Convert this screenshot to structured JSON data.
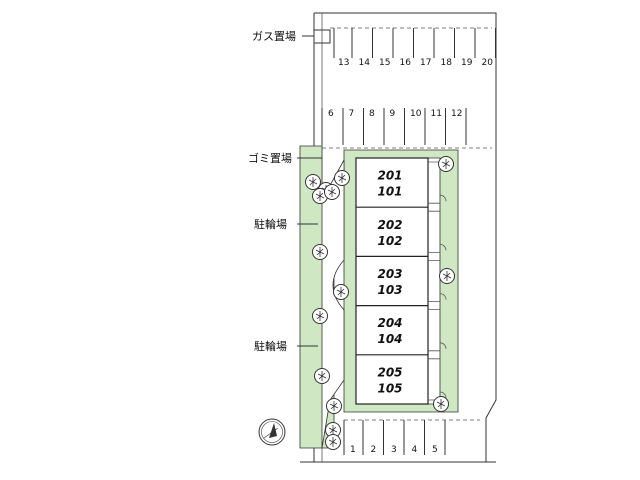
{
  "labels": {
    "gas": "ガス置場",
    "garbage": "ゴミ置場",
    "bike1": "駐輪場",
    "bike2": "駐輪場"
  },
  "parking_top": [
    "13",
    "14",
    "15",
    "16",
    "17",
    "18",
    "19",
    "20"
  ],
  "parking_middle": [
    "6",
    "7",
    "8",
    "9",
    "10",
    "11",
    "12"
  ],
  "parking_bottom": [
    "1",
    "2",
    "3",
    "4",
    "5"
  ],
  "units": [
    {
      "upper": "201",
      "lower": "101"
    },
    {
      "upper": "202",
      "lower": "102"
    },
    {
      "upper": "203",
      "lower": "103"
    },
    {
      "upper": "204",
      "lower": "104"
    },
    {
      "upper": "205",
      "lower": "105"
    }
  ],
  "compass": {
    "icon": "north-arrow-icon"
  }
}
